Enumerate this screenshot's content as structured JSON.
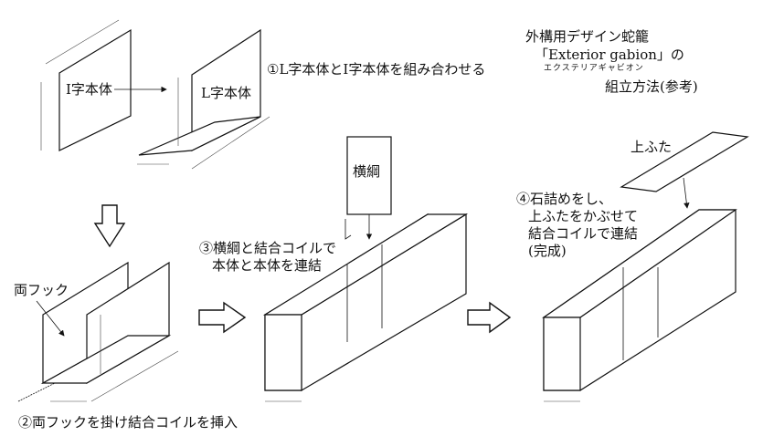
{
  "title": {
    "line1": "外構用デザイン蛇籠",
    "line2": "「Exterior gabion」の",
    "ruby": "エクステリアギャビオン",
    "line3": "組立方法(参考)"
  },
  "steps": {
    "step1": "①L字本体とI字本体を組み合わせる",
    "step2": "②両フックを掛け結合コイルを挿入",
    "step3_line1": "③横綱と結合コイルで",
    "step3_line2": "本体と本体を連結",
    "step4_line1": "④石詰めをし、",
    "step4_line2": "上ふたをかぶせて",
    "step4_line3": "結合コイルで連結",
    "step4_line4": "(完成)"
  },
  "labels": {
    "i_body": "I字本体",
    "l_body": "L字本体",
    "both_hook": "両フック",
    "lateral_wire": "横綱",
    "top_lid": "上ふた"
  },
  "icons": {
    "down_arrow": "down-arrow-icon",
    "right_arrow": "right-arrow-icon"
  }
}
